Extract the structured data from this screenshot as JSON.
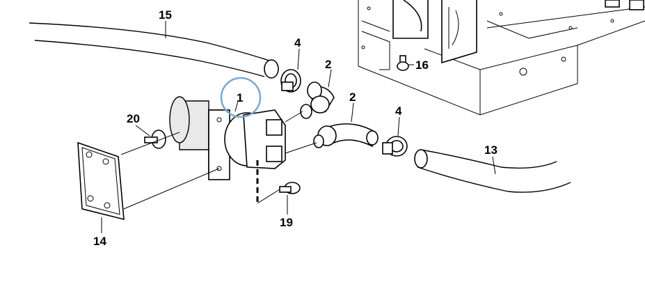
{
  "diagram": {
    "callouts": {
      "c1": "1",
      "c2a": "2",
      "c2b": "2",
      "c4a": "4",
      "c4b": "4",
      "c13": "13",
      "c14": "14",
      "c15": "15",
      "c16": "16",
      "c19": "19",
      "c20": "20"
    },
    "highlight_color": "#7aa7cf"
  }
}
